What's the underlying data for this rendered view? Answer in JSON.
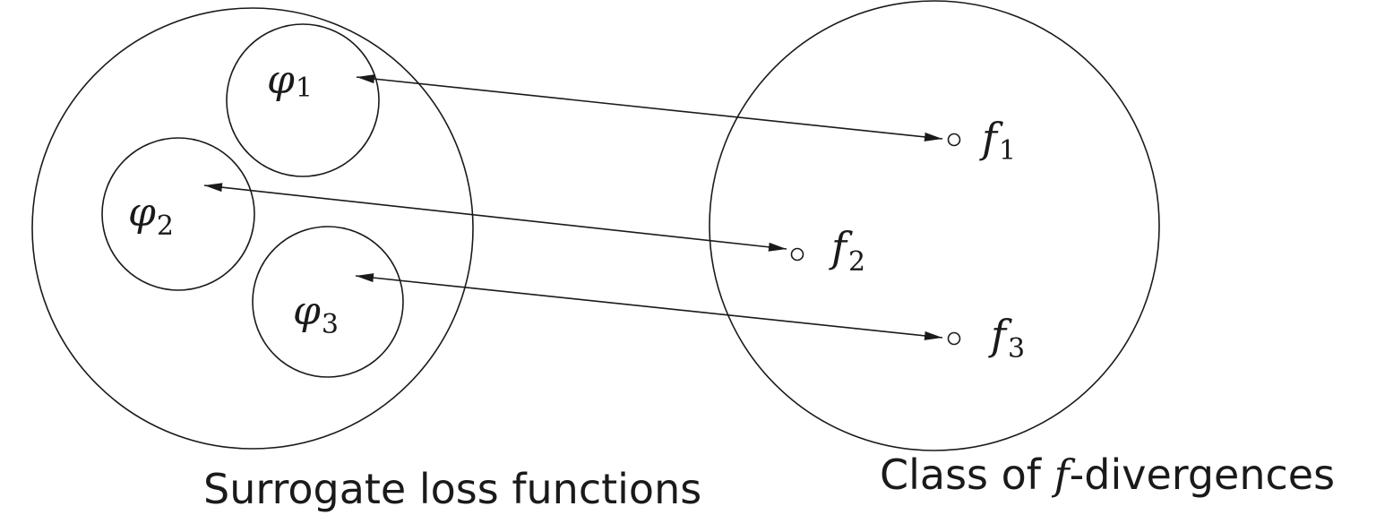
{
  "left_set": {
    "caption": "Surrogate loss functions",
    "items": [
      {
        "symbol": "φ",
        "subscript": "1"
      },
      {
        "symbol": "φ",
        "subscript": "2"
      },
      {
        "symbol": "φ",
        "subscript": "3"
      }
    ]
  },
  "right_set": {
    "caption_prefix": "Class of ",
    "caption_symbol": "f",
    "caption_suffix": "-divergences",
    "items": [
      {
        "symbol": "f",
        "subscript": "1"
      },
      {
        "symbol": "f",
        "subscript": "2"
      },
      {
        "symbol": "f",
        "subscript": "3"
      }
    ]
  },
  "mappings": [
    {
      "from": "phi1",
      "to": "f1",
      "direction": "both"
    },
    {
      "from": "phi2",
      "to": "f2",
      "direction": "both"
    },
    {
      "from": "phi3",
      "to": "f3",
      "direction": "both"
    }
  ],
  "colors": {
    "stroke": "#1a1a1a",
    "background": "#ffffff"
  }
}
